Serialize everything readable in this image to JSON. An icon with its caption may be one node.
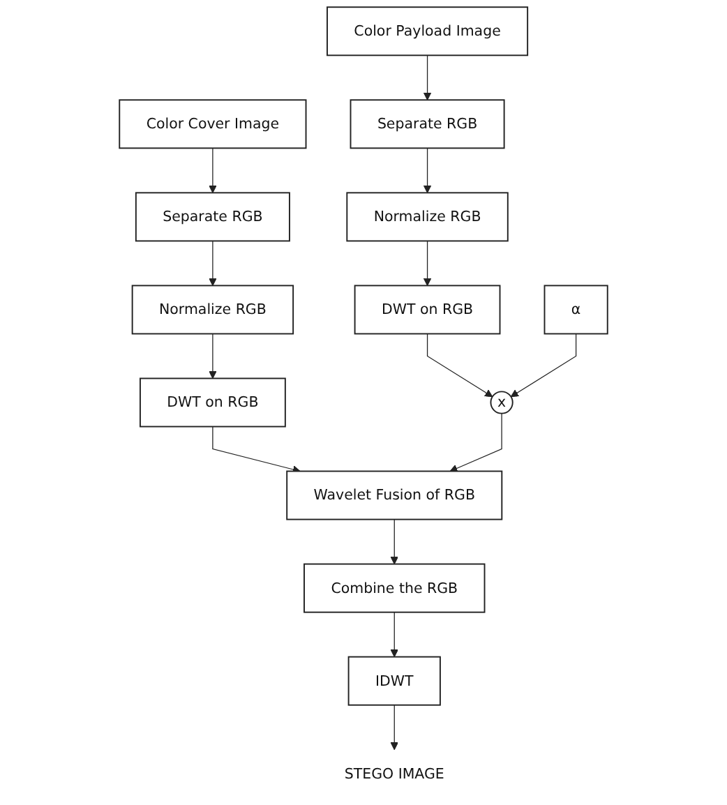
{
  "diagram": {
    "nodes": [
      {
        "text": [
          "Color Cover Image"
        ]
      },
      {
        "text": [
          "Separate RGB"
        ]
      },
      {
        "text": [
          "Normalize RGB"
        ]
      },
      {
        "text": [
          "DWT on RGB"
        ]
      },
      {
        "text": [
          "Color Payload Image"
        ]
      },
      {
        "text": [
          "Separate RGB"
        ]
      },
      {
        "text": [
          "Normalize RGB"
        ]
      },
      {
        "text": [
          "DWT on RGB"
        ]
      },
      {
        "text": [
          "x"
        ]
      },
      {
        "text": [
          "α"
        ]
      },
      {
        "text": [
          "Wavelet Fusion of RGB"
        ]
      },
      {
        "text": [
          "Combine the RGB"
        ]
      },
      {
        "text": [
          "IDWT"
        ]
      },
      {
        "text": [
          "STEGO IMAGE"
        ]
      }
    ],
    "edges": [
      {
        "from": 0,
        "to": 1,
        "arrow": "to"
      },
      {
        "from": 1,
        "to": 2,
        "arrow": "to"
      },
      {
        "from": 2,
        "to": 3,
        "arrow": "to"
      },
      {
        "from": 4,
        "to": 5,
        "arrow": "to"
      },
      {
        "from": 5,
        "to": 6,
        "arrow": "to"
      },
      {
        "from": 6,
        "to": 7,
        "arrow": "to"
      },
      {
        "from": 7,
        "to": 8,
        "arrow": "to"
      },
      {
        "from": 9,
        "to": 8,
        "arrow": "to"
      },
      {
        "from": 3,
        "to": 10,
        "arrow": "to"
      },
      {
        "from": 8,
        "to": 10,
        "arrow": "to"
      },
      {
        "from": 10,
        "to": 11,
        "arrow": "to"
      },
      {
        "from": 11,
        "to": 12,
        "arrow": "to"
      },
      {
        "from": 12,
        "to": 13,
        "arrow": "to"
      }
    ]
  }
}
